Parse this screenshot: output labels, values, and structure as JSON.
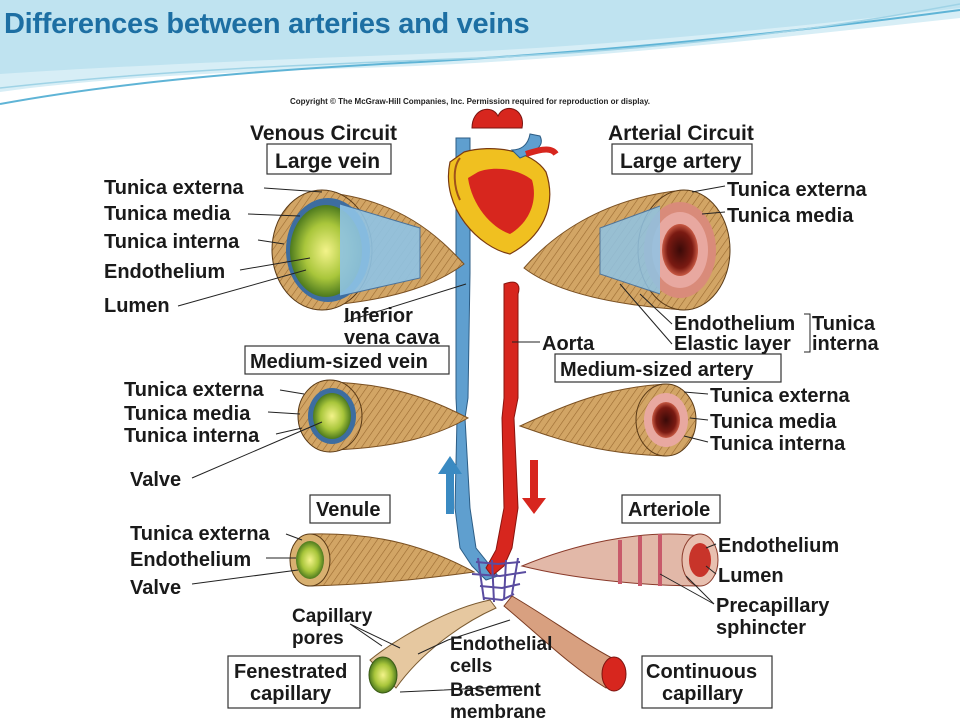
{
  "title": "Differences between arteries and veins",
  "figure": {
    "copyright": "Copyright © The McGraw-Hill Companies, Inc. Permission required for reproduction or display.",
    "venous": {
      "heading": "Venous Circuit",
      "large_vein": "Large vein",
      "large_vein_labels": [
        "Tunica externa",
        "Tunica media",
        "Tunica interna",
        "Endothelium",
        "Lumen"
      ],
      "ivc_line1": "Inferior",
      "ivc_line2": "vena cava",
      "medium_vein": "Medium-sized vein",
      "medium_vein_labels": [
        "Tunica externa",
        "Tunica media",
        "Tunica interna",
        "Valve"
      ],
      "venule": "Venule",
      "venule_labels": [
        "Tunica externa",
        "Endothelium",
        "Valve"
      ],
      "capillary_pores_1": "Capillary",
      "capillary_pores_2": "pores",
      "fenestrated_1": "Fenestrated",
      "fenestrated_2": "capillary"
    },
    "arterial": {
      "heading": "Arterial Circuit",
      "large_artery": "Large artery",
      "large_artery_labels": [
        "Tunica externa",
        "Tunica media"
      ],
      "endothelium": "Endothelium",
      "elastic_layer": "Elastic layer",
      "tunica_interna_1": "Tunica",
      "tunica_interna_2": "interna",
      "aorta": "Aorta",
      "medium_artery": "Medium-sized artery",
      "medium_artery_labels": [
        "Tunica externa",
        "Tunica media",
        "Tunica interna"
      ],
      "arteriole": "Arteriole",
      "arteriole_labels": [
        "Endothelium",
        "Lumen"
      ],
      "precap_1": "Precapillary",
      "precap_2": "sphincter",
      "continuous_1": "Continuous",
      "continuous_2": "capillary"
    },
    "center": {
      "endothelial_1": "Endothelial",
      "endothelial_2": "cells",
      "basement_1": "Basement",
      "basement_2": "membrane"
    }
  },
  "colors": {
    "title": "#1d6fa3",
    "vein": "#5f9fcf",
    "artery": "#d7261e",
    "tissue": "#c89a5c",
    "wave_light": "#bfe3f0",
    "wave_dark": "#5fb4d6"
  }
}
